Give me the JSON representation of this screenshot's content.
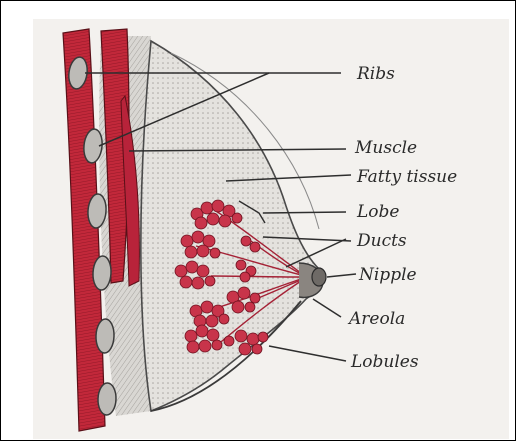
{
  "diagram": {
    "labels": {
      "ribs": "Ribs",
      "muscle": "Muscle",
      "fatty_tissue": "Fatty tissue",
      "lobe": "Lobe",
      "ducts": "Ducts",
      "nipple": "Nipple",
      "areola": "Areola",
      "lobules": "Lobules"
    },
    "colors": {
      "muscle_red": "#c2283a",
      "lobule_red": "#c8344a",
      "pencil": "#3a3a3a",
      "shading": "#8f8f8f",
      "paper": "#f3f1ee"
    }
  }
}
